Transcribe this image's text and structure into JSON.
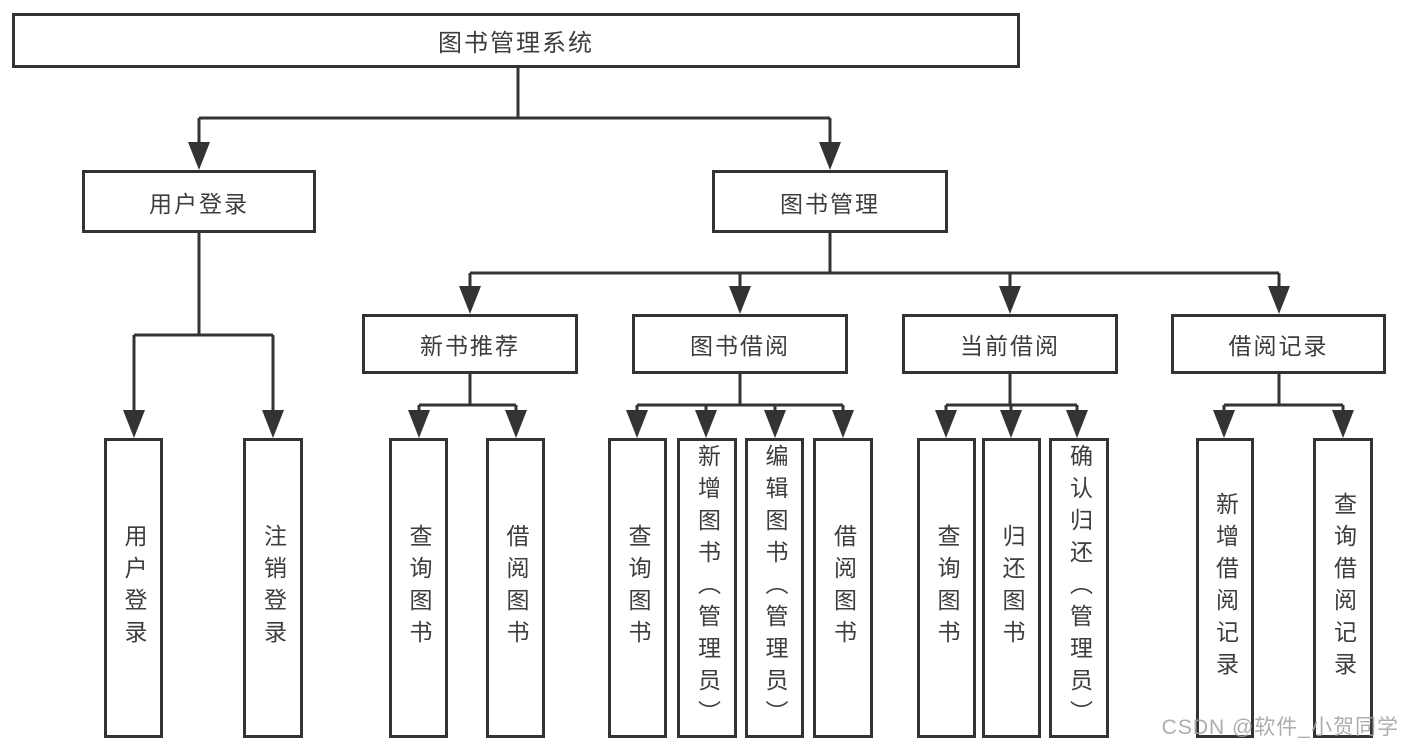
{
  "tree": {
    "root": {
      "label": "图书管理系统"
    },
    "branches": [
      {
        "label": "用户登录",
        "children": [
          {
            "label": "用户登录"
          },
          {
            "label": "注销登录"
          }
        ]
      },
      {
        "label": "图书管理",
        "children": [
          {
            "label": "新书推荐",
            "children": [
              {
                "label": "查询图书"
              },
              {
                "label": "借阅图书"
              }
            ]
          },
          {
            "label": "图书借阅",
            "children": [
              {
                "label": "查询图书"
              },
              {
                "label": "新增图书（管理员）"
              },
              {
                "label": "编辑图书（管理员）"
              },
              {
                "label": "借阅图书"
              }
            ]
          },
          {
            "label": "当前借阅",
            "children": [
              {
                "label": "查询图书"
              },
              {
                "label": "归还图书"
              },
              {
                "label": "确认归还（管理员）"
              }
            ]
          },
          {
            "label": "借阅记录",
            "children": [
              {
                "label": "新增借阅记录"
              },
              {
                "label": "查询借阅记录"
              }
            ]
          }
        ]
      }
    ]
  },
  "watermark": "CSDN @软件_小贺同学",
  "colors": {
    "line": "#333333",
    "text": "#3d3d3d",
    "background": "#ffffff",
    "watermark": "#a2a2a2"
  }
}
